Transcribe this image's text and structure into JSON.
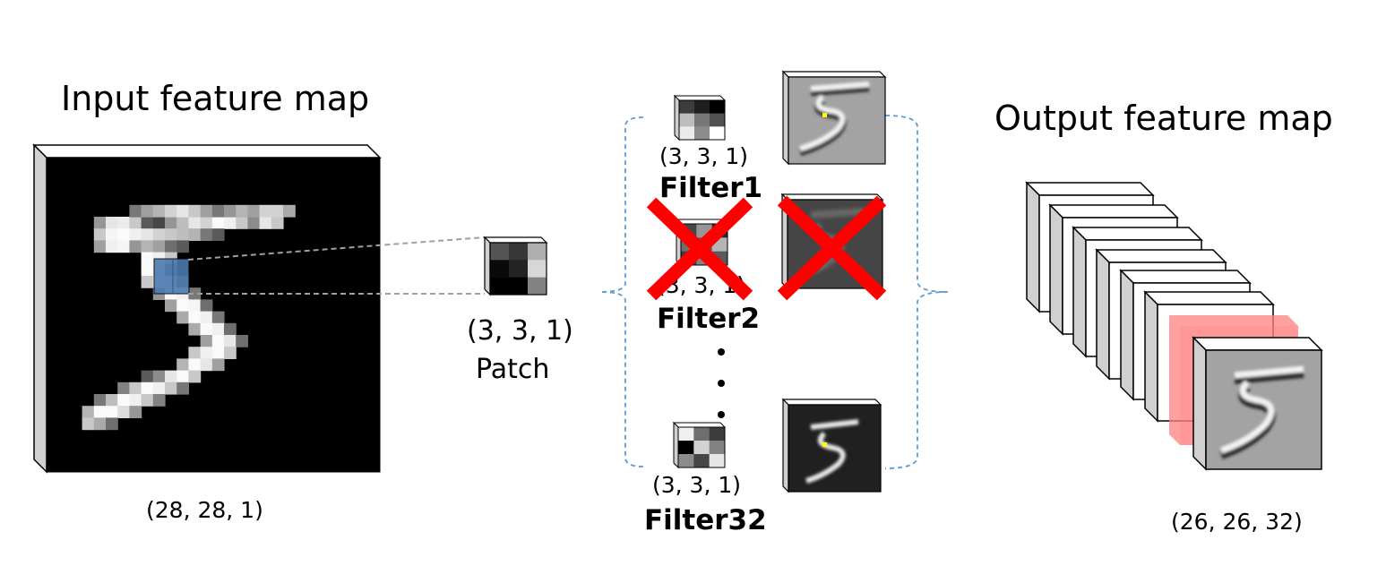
{
  "input": {
    "title": "Input feature map",
    "shape": "(28, 28, 1)"
  },
  "patch": {
    "shape": "(3, 3, 1)",
    "label": "Patch"
  },
  "filters": [
    {
      "label": "Filter1",
      "shape": "(3, 3, 1)",
      "crossed": false
    },
    {
      "label": "Filter2",
      "shape": "(3, 3, 1)",
      "crossed": true
    },
    {
      "label": "Filter32",
      "shape": "(3, 3, 1)",
      "crossed": false
    }
  ],
  "ellipsis": "⋮",
  "output": {
    "title": "Output feature map",
    "shape": "(26, 26, 32)"
  },
  "colors": {
    "cross": "#ff0000",
    "bracket": "#5b9bd5",
    "highlight": "#ff8080",
    "patch_highlight": "#4a7aae"
  }
}
